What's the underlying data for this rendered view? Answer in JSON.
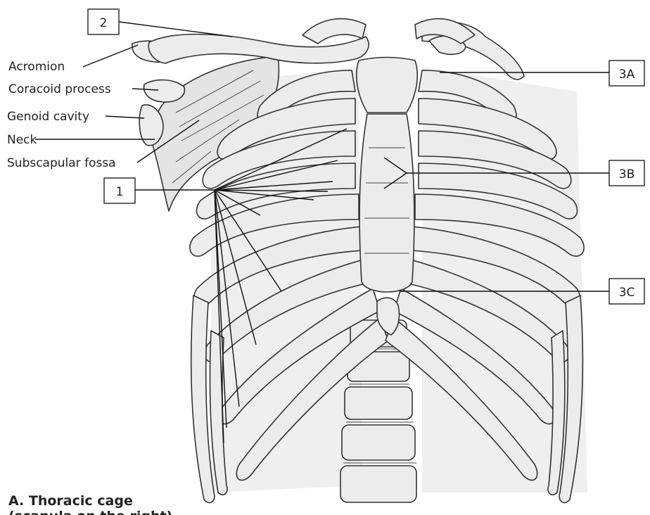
{
  "labels": {
    "acromion": "Acromion",
    "coracoid": "Coracoid process",
    "glenoid": "Genoid cavity",
    "neck": "Neck",
    "subscapular": "Subscapular fossa"
  },
  "callouts": {
    "one": "1",
    "two": "2",
    "three_a": "3A",
    "three_b": "3B",
    "three_c": "3C"
  },
  "caption": {
    "line1": "A. Thoracic cage",
    "line2": "(scapula on the right)"
  }
}
